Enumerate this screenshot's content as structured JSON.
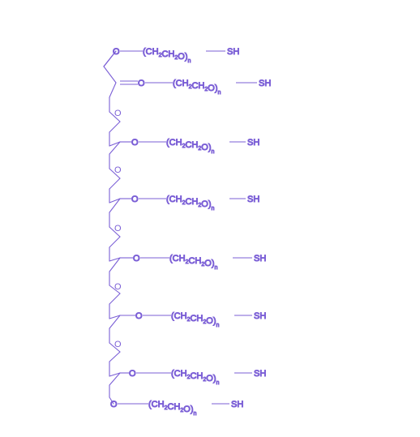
{
  "diagram": {
    "color": "#7b5fd6",
    "oxygen": "O",
    "chain": {
      "open": "(",
      "p1": "CH",
      "s1": "2",
      "p2": "CH",
      "s2": "2",
      "p3": "O",
      "close": ")",
      "n": "n"
    },
    "end_group": "SH",
    "arms": [
      {
        "id": 1,
        "type": "top"
      },
      {
        "id": 2,
        "type": "double-bond"
      },
      {
        "id": 3,
        "type": "branch"
      },
      {
        "id": 4,
        "type": "branch"
      },
      {
        "id": 5,
        "type": "branch"
      },
      {
        "id": 6,
        "type": "branch"
      },
      {
        "id": 7,
        "type": "branch"
      },
      {
        "id": 8,
        "type": "bottom"
      }
    ]
  }
}
